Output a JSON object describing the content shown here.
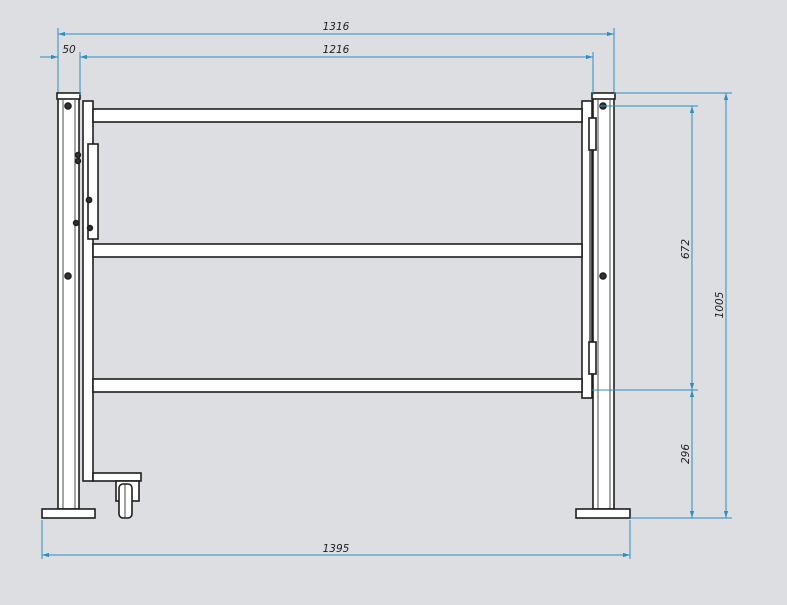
{
  "colors": {
    "background": "#dddee2",
    "part_fill": "#ffffff",
    "outline": "#1e1e1e",
    "dimension": "#2a8fc4",
    "dimension_text": "#1e1e1e"
  },
  "dimensions": {
    "overall_post_width": "1316",
    "left_offset": "50",
    "rail_span": "1216",
    "base_width": "1395",
    "gate_height": "672",
    "bottom_clearance": "296",
    "overall_height": "1005"
  }
}
